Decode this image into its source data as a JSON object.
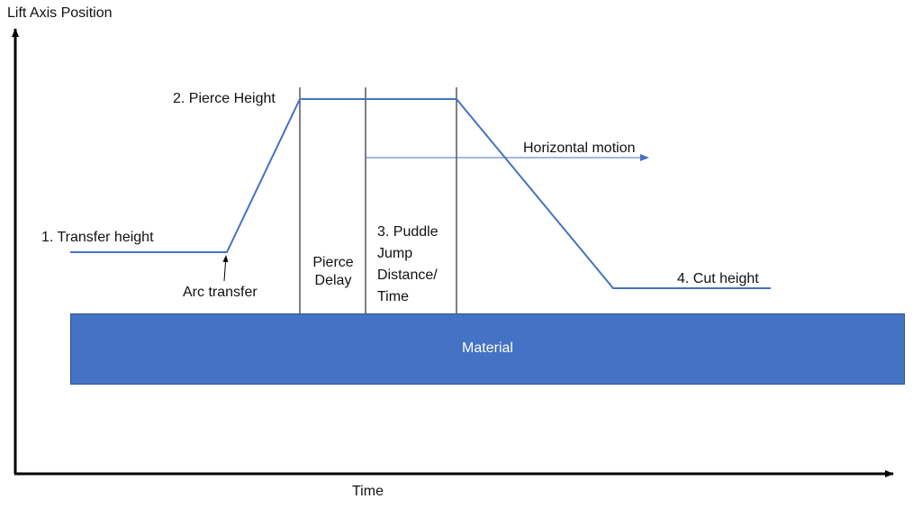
{
  "axes": {
    "y_label": "Lift Axis Position",
    "x_label": "Time"
  },
  "labels": {
    "transfer_height": "1. Transfer height",
    "pierce_height": "2. Pierce Height",
    "puddle_jump": "3. Puddle Jump Distance/ Time",
    "cut_height": "4. Cut height",
    "arc_transfer": "Arc transfer",
    "pierce_delay": "Pierce Delay",
    "horizontal_motion": "Horizontal motion"
  },
  "material": {
    "label": "Material"
  },
  "colors": {
    "profile_line": "#4472C4",
    "material_fill": "#4472C4",
    "axis": "#000000",
    "divider": "#000000"
  }
}
